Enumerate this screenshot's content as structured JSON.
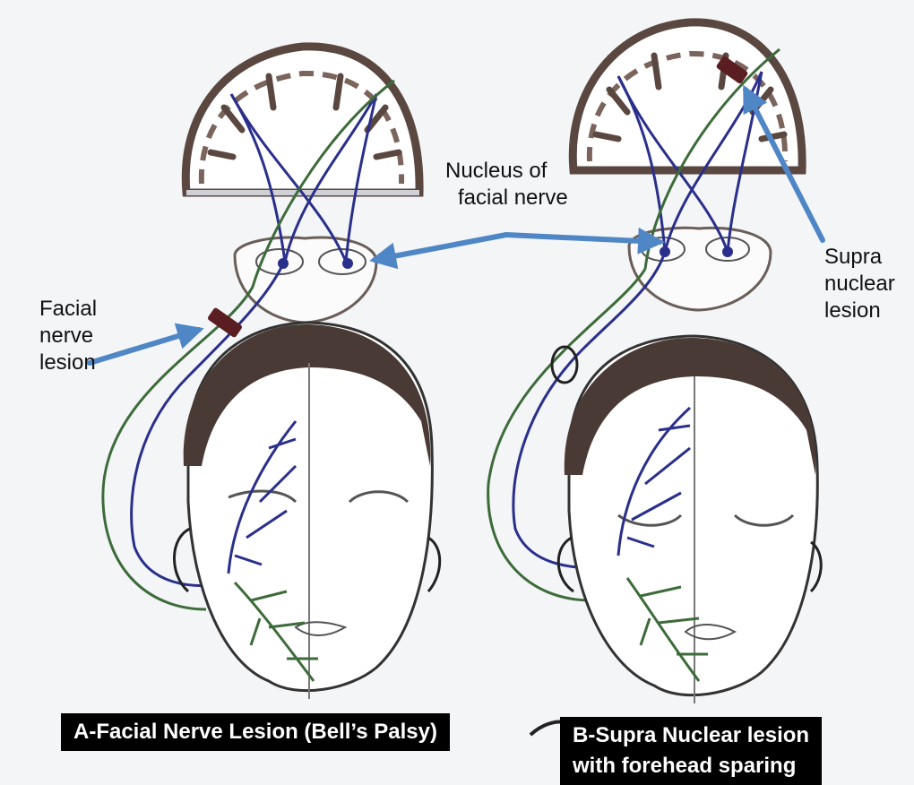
{
  "labels": {
    "nucleus": [
      "Nucleus of",
      "facial nerve"
    ],
    "facial_lesion": [
      "Facial",
      "nerve",
      "lesion"
    ],
    "supra_lesion": [
      "Supra",
      "nuclear",
      "lesion"
    ]
  },
  "captions": {
    "a": "A-Facial Nerve Lesion (Bell’s Palsy)",
    "b": [
      "B-Supra Nuclear lesion",
      "with forehead sparing"
    ]
  },
  "colors": {
    "brain_outline": "#5a4740",
    "hair": "#4a3a36",
    "upper_motor_neuron": "#2a2f8c",
    "lower_motor_neuron": "#3d6b3a",
    "arrow": "#4f86c6",
    "lesion_block": "#5a1e22",
    "caption_bg": "#000000",
    "caption_text": "#ffffff"
  }
}
